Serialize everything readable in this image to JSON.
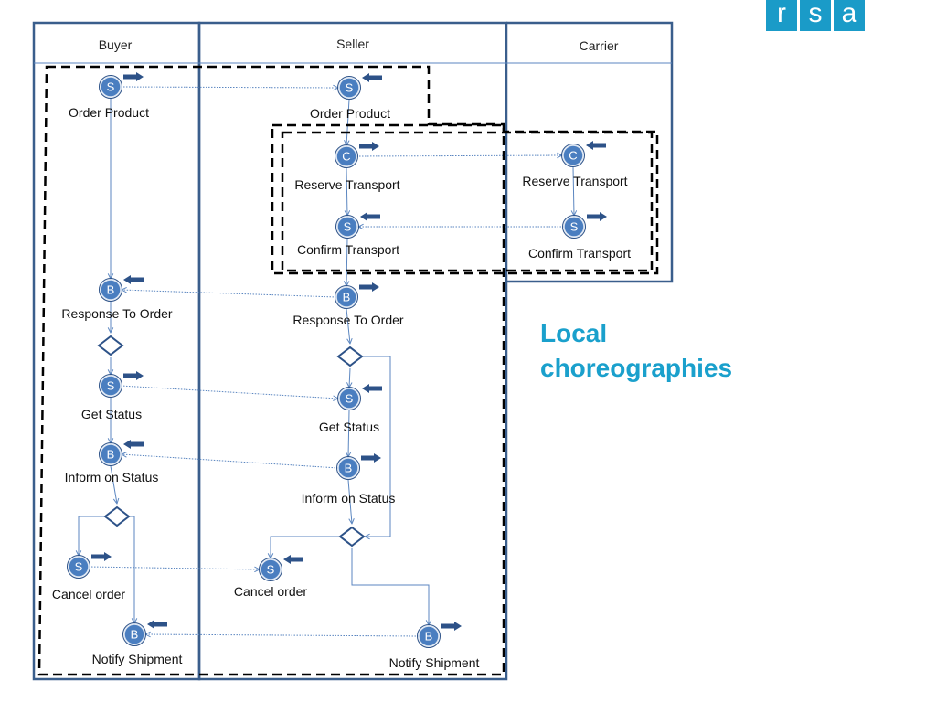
{
  "logo": [
    "r",
    "s",
    "a"
  ],
  "heading": {
    "line1": "Local",
    "line2": "choreographies"
  },
  "lanes": {
    "buyer": "Buyer",
    "seller": "Seller",
    "carrier": "Carrier"
  },
  "colors": {
    "lane_border": "#3a5e8c",
    "node_fill": "#4a7ec0",
    "node_ring": "#2d5288",
    "arrow": "#2d5288",
    "edge": "#5b86c0",
    "dashed_box": "#000000",
    "heading": "#1aa0cc",
    "logo": "#1a9bc8"
  },
  "nodes": {
    "buyer_order": {
      "mark": "S",
      "label": "Order Product",
      "arrow": "send"
    },
    "seller_order": {
      "mark": "S",
      "label": "Order Product",
      "arrow": "receive"
    },
    "seller_reserve": {
      "mark": "C",
      "label": "Reserve Transport",
      "arrow": "send"
    },
    "carrier_reserve": {
      "mark": "C",
      "label": "Reserve Transport",
      "arrow": "receive"
    },
    "seller_confirm": {
      "mark": "S",
      "label": "Confirm Transport",
      "arrow": "receive"
    },
    "carrier_confirm": {
      "mark": "S",
      "label": "Confirm Transport",
      "arrow": "send"
    },
    "buyer_response": {
      "mark": "B",
      "label": "Response To Order",
      "arrow": "receive"
    },
    "seller_response": {
      "mark": "B",
      "label": "Response To Order",
      "arrow": "send"
    },
    "buyer_status": {
      "mark": "S",
      "label": "Get Status",
      "arrow": "send"
    },
    "seller_status": {
      "mark": "S",
      "label": "Get Status",
      "arrow": "receive"
    },
    "buyer_inform": {
      "mark": "B",
      "label": "Inform on Status",
      "arrow": "receive"
    },
    "seller_inform": {
      "mark": "B",
      "label": "Inform on Status",
      "arrow": "send"
    },
    "buyer_cancel": {
      "mark": "S",
      "label": "Cancel order",
      "arrow": "send"
    },
    "seller_cancel": {
      "mark": "S",
      "label": "Cancel order",
      "arrow": "receive"
    },
    "buyer_notify": {
      "mark": "B",
      "label": "Notify Shipment",
      "arrow": "receive"
    },
    "seller_notify": {
      "mark": "B",
      "label": "Notify Shipment",
      "arrow": "send"
    }
  },
  "gateways": [
    "buyer_g1",
    "seller_g1",
    "buyer_g2",
    "seller_g2"
  ],
  "message_flows": [
    [
      "buyer_order",
      "seller_order"
    ],
    [
      "seller_reserve",
      "carrier_reserve"
    ],
    [
      "carrier_confirm",
      "seller_confirm"
    ],
    [
      "seller_response",
      "buyer_response"
    ],
    [
      "buyer_status",
      "seller_status"
    ],
    [
      "seller_inform",
      "buyer_inform"
    ],
    [
      "buyer_cancel",
      "seller_cancel"
    ],
    [
      "seller_notify",
      "buyer_notify"
    ]
  ],
  "sequence_flows": [
    [
      "buyer_order",
      "buyer_response"
    ],
    [
      "buyer_response",
      "buyer_g1"
    ],
    [
      "buyer_g1",
      "buyer_status"
    ],
    [
      "buyer_status",
      "buyer_inform"
    ],
    [
      "buyer_inform",
      "buyer_g2"
    ],
    [
      "buyer_g2",
      "buyer_cancel"
    ],
    [
      "buyer_g2",
      "buyer_notify"
    ],
    [
      "seller_order",
      "seller_reserve"
    ],
    [
      "seller_reserve",
      "seller_confirm"
    ],
    [
      "seller_confirm",
      "seller_response"
    ],
    [
      "seller_response",
      "seller_g1"
    ],
    [
      "seller_g1",
      "seller_status"
    ],
    [
      "seller_g1",
      "seller_g2"
    ],
    [
      "seller_status",
      "seller_inform"
    ],
    [
      "seller_inform",
      "seller_g2"
    ],
    [
      "seller_g2",
      "seller_cancel"
    ],
    [
      "seller_g2",
      "seller_notify"
    ],
    [
      "carrier_reserve",
      "carrier_confirm"
    ]
  ]
}
